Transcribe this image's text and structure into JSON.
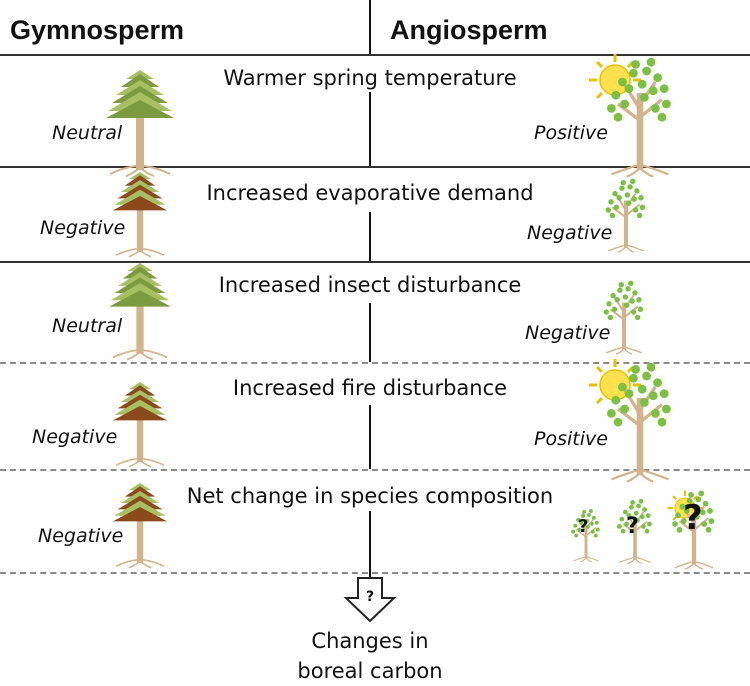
{
  "headers": {
    "gymnosperm": "Gymnosperm",
    "angiosperm": "Angiosperm"
  },
  "rows": [
    {
      "title": "Warmer spring temperature",
      "gymno_effect": "Neutral",
      "angio_effect": "Positive"
    },
    {
      "title": "Increased evaporative demand",
      "gymno_effect": "Negative",
      "angio_effect": "Negative"
    },
    {
      "title": "Increased insect disturbance",
      "gymno_effect": "Neutral",
      "angio_effect": "Negative"
    },
    {
      "title": "Increased fire disturbance",
      "gymno_effect": "Negative",
      "angio_effect": "Positive"
    },
    {
      "title": "Net change in species composition",
      "gymno_effect": "Negative",
      "angio_effect": ""
    }
  ],
  "arrow_symbol": "?",
  "question_marks": [
    "?",
    "?",
    "?"
  ],
  "outcome": {
    "line1": "Changes in",
    "line2": "boreal carbon"
  },
  "colors": {
    "conifer_healthy": "#7c9a3f",
    "conifer_healthy_light": "#a6bf62",
    "conifer_stressed": "#8b4a1c",
    "leaf_green": "#7bc043",
    "trunk": "#d2b48c",
    "sun": "#ffe14d",
    "sun_rays": "#e8c000",
    "dashed_line": "#8a8a8a"
  },
  "icons": {
    "healthy_conifer": "conifer-tree-icon",
    "stressed_conifer": "stressed-conifer-tree-icon",
    "deciduous_tree": "deciduous-tree-icon",
    "sun": "sun-icon"
  }
}
